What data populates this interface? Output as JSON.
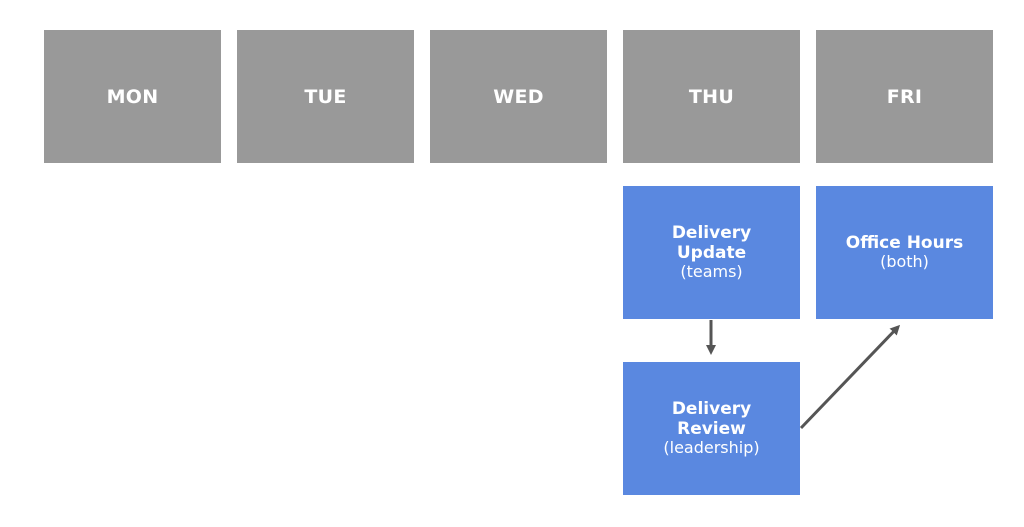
{
  "days": [
    "MON",
    "TUE",
    "WED",
    "THU",
    "FRI"
  ],
  "events": {
    "delivery_update": {
      "title_line1": "Delivery",
      "title_line2": "Update",
      "subtitle": "(teams)"
    },
    "office_hours": {
      "title": "Office Hours",
      "subtitle": "(both)"
    },
    "delivery_review": {
      "title_line1": "Delivery",
      "title_line2": "Review",
      "subtitle": "(leadership)"
    }
  },
  "colors": {
    "day_header_bg": "#999999",
    "event_bg": "#5a88e0",
    "arrow": "#555555",
    "text": "#ffffff"
  }
}
